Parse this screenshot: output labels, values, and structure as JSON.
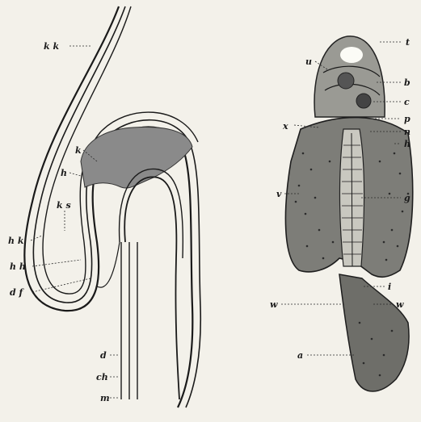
{
  "left_figure": {
    "labels": {
      "kk_top": "k k",
      "k": "k",
      "h": "h",
      "ks": "k s",
      "hk": "h k",
      "hh": "h h",
      "df": "d f",
      "d": "d",
      "ch": "ch",
      "m": "m"
    }
  },
  "right_figure": {
    "labels": {
      "t": "t",
      "u": "u",
      "b": "b",
      "c": "c",
      "p": "p",
      "x": "x",
      "n": "n",
      "h": "h",
      "v": "v",
      "g": "g",
      "i": "i",
      "w": "w",
      "w2": "w",
      "a": "a"
    }
  }
}
